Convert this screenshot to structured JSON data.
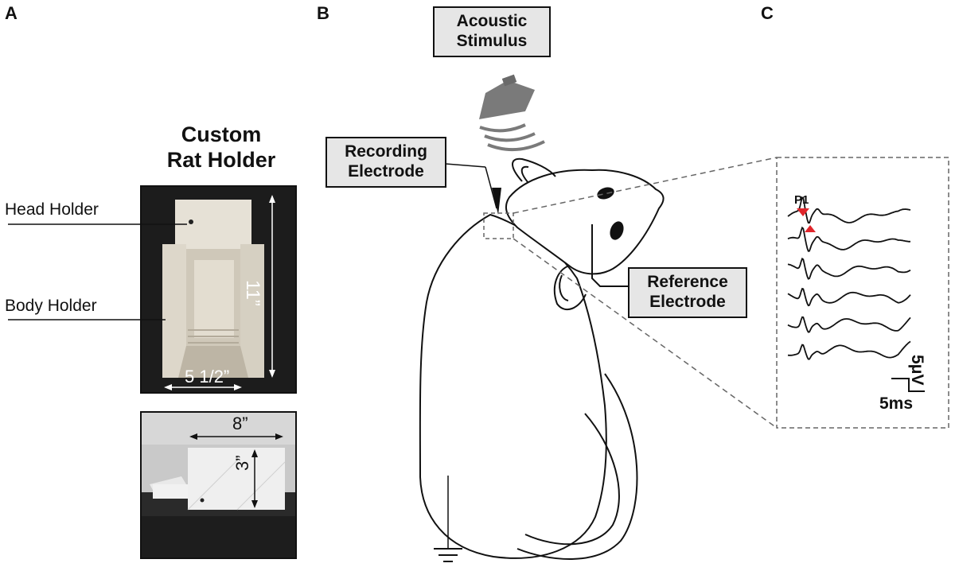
{
  "panels": {
    "a": "A",
    "b": "B",
    "c": "C"
  },
  "holder": {
    "title_line1": "Custom",
    "title_line2": "Rat Holder",
    "head_label": "Head Holder",
    "body_label": "Body Holder",
    "dim_height": "11”",
    "dim_width": "5 1/2”",
    "dim_length": "8”",
    "dim_depth": "3”"
  },
  "stimulus": {
    "line1": "Acoustic",
    "line2": "Stimulus"
  },
  "recording": {
    "line1": "Recording",
    "line2": "Electrode"
  },
  "reference": {
    "line1": "Reference",
    "line2": "Electrode"
  },
  "traces": {
    "peak_label": "P1",
    "scale_y": "5μV",
    "scale_x": "5ms",
    "count": 6
  },
  "colors": {
    "marker": "#e0252b",
    "box_fill": "#e6e6e6",
    "speaker": "#7a7a7a"
  }
}
